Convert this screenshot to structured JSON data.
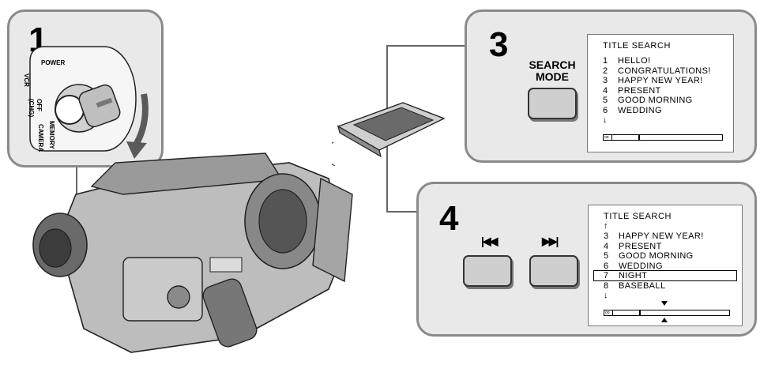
{
  "step1": {
    "number": "1",
    "dial": {
      "power": "POWER",
      "vcr": "VCR",
      "off": "OFF",
      "chg": "(CHG)",
      "memory": "MEMORY",
      "camera": "CAMERA"
    }
  },
  "step3": {
    "number": "3",
    "button_line1": "SEARCH",
    "button_line2": "MODE",
    "screen": {
      "title": "TITLE SEARCH",
      "items": [
        {
          "num": "1",
          "text": "HELLO!"
        },
        {
          "num": "2",
          "text": "CONGRATULATIONS!"
        },
        {
          "num": "3",
          "text": "HAPPY NEW YEAR!"
        },
        {
          "num": "4",
          "text": "PRESENT"
        },
        {
          "num": "5",
          "text": "GOOD MORNING"
        },
        {
          "num": "6",
          "text": "WEDDING"
        }
      ],
      "down_arrow": "↓"
    }
  },
  "step4": {
    "number": "4",
    "prev_icon": "skip-previous-icon",
    "next_icon": "skip-next-icon",
    "prev_symbol": "|◀◀",
    "next_symbol": "▶▶|",
    "screen": {
      "title": "TITLE SEARCH",
      "up_arrow": "↑",
      "items": [
        {
          "num": "3",
          "text": "HAPPY NEW YEAR!"
        },
        {
          "num": "4",
          "text": "PRESENT"
        },
        {
          "num": "5",
          "text": "GOOD MORNING"
        },
        {
          "num": "6",
          "text": "WEDDING"
        },
        {
          "num": "7",
          "text": "NIGHT"
        },
        {
          "num": "8",
          "text": "BASEBALL"
        }
      ],
      "highlighted": "NIGHT",
      "down_arrow": "↓"
    }
  },
  "colors": {
    "panel_bg": "#e9e9e9",
    "panel_border": "#8a8a8a",
    "button_fill": "#cfcfcf"
  }
}
